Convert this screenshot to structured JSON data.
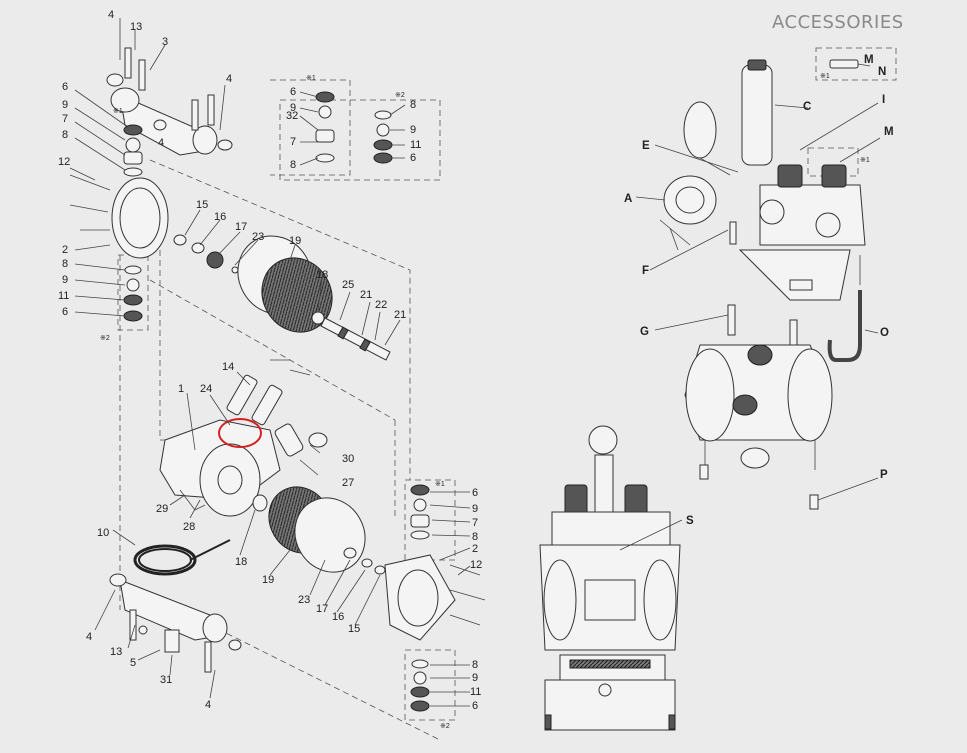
{
  "header": {
    "title": "ACCESSORIES"
  },
  "callouts": {
    "top_left": [
      "4",
      "13",
      "3",
      "4",
      "6",
      "9",
      "7",
      "8",
      "4",
      "12",
      "2",
      "8",
      "9",
      "11",
      "6",
      "※2",
      "※1"
    ],
    "upper_middle": [
      "15",
      "16",
      "17",
      "23",
      "19",
      "18",
      "25",
      "21",
      "22",
      "21"
    ],
    "kit1": {
      "tag": "※1",
      "items": [
        "6",
        "9",
        "32",
        "7",
        "8"
      ]
    },
    "kit2": {
      "tag": "※2",
      "items": [
        "8",
        "9",
        "11",
        "6"
      ]
    },
    "center": [
      "14",
      "1",
      "24",
      "29",
      "28",
      "30",
      "27"
    ],
    "lower_left": [
      "10",
      "4",
      "13",
      "5",
      "31",
      "4",
      "18",
      "19",
      "23",
      "17",
      "16",
      "15"
    ],
    "lower_right": [
      "6",
      "9",
      "7",
      "8",
      "2",
      "12",
      "8",
      "9",
      "11",
      "6",
      "※1",
      "※2"
    ]
  },
  "accessories": {
    "labels": [
      "M",
      "N",
      "C",
      "I",
      "M",
      "E",
      "A",
      "F",
      "G",
      "O",
      "P",
      "S"
    ],
    "tags": [
      "※1",
      "※1"
    ]
  },
  "highlight": {
    "color": "#d62020",
    "note": "red circle around item 24 area"
  }
}
